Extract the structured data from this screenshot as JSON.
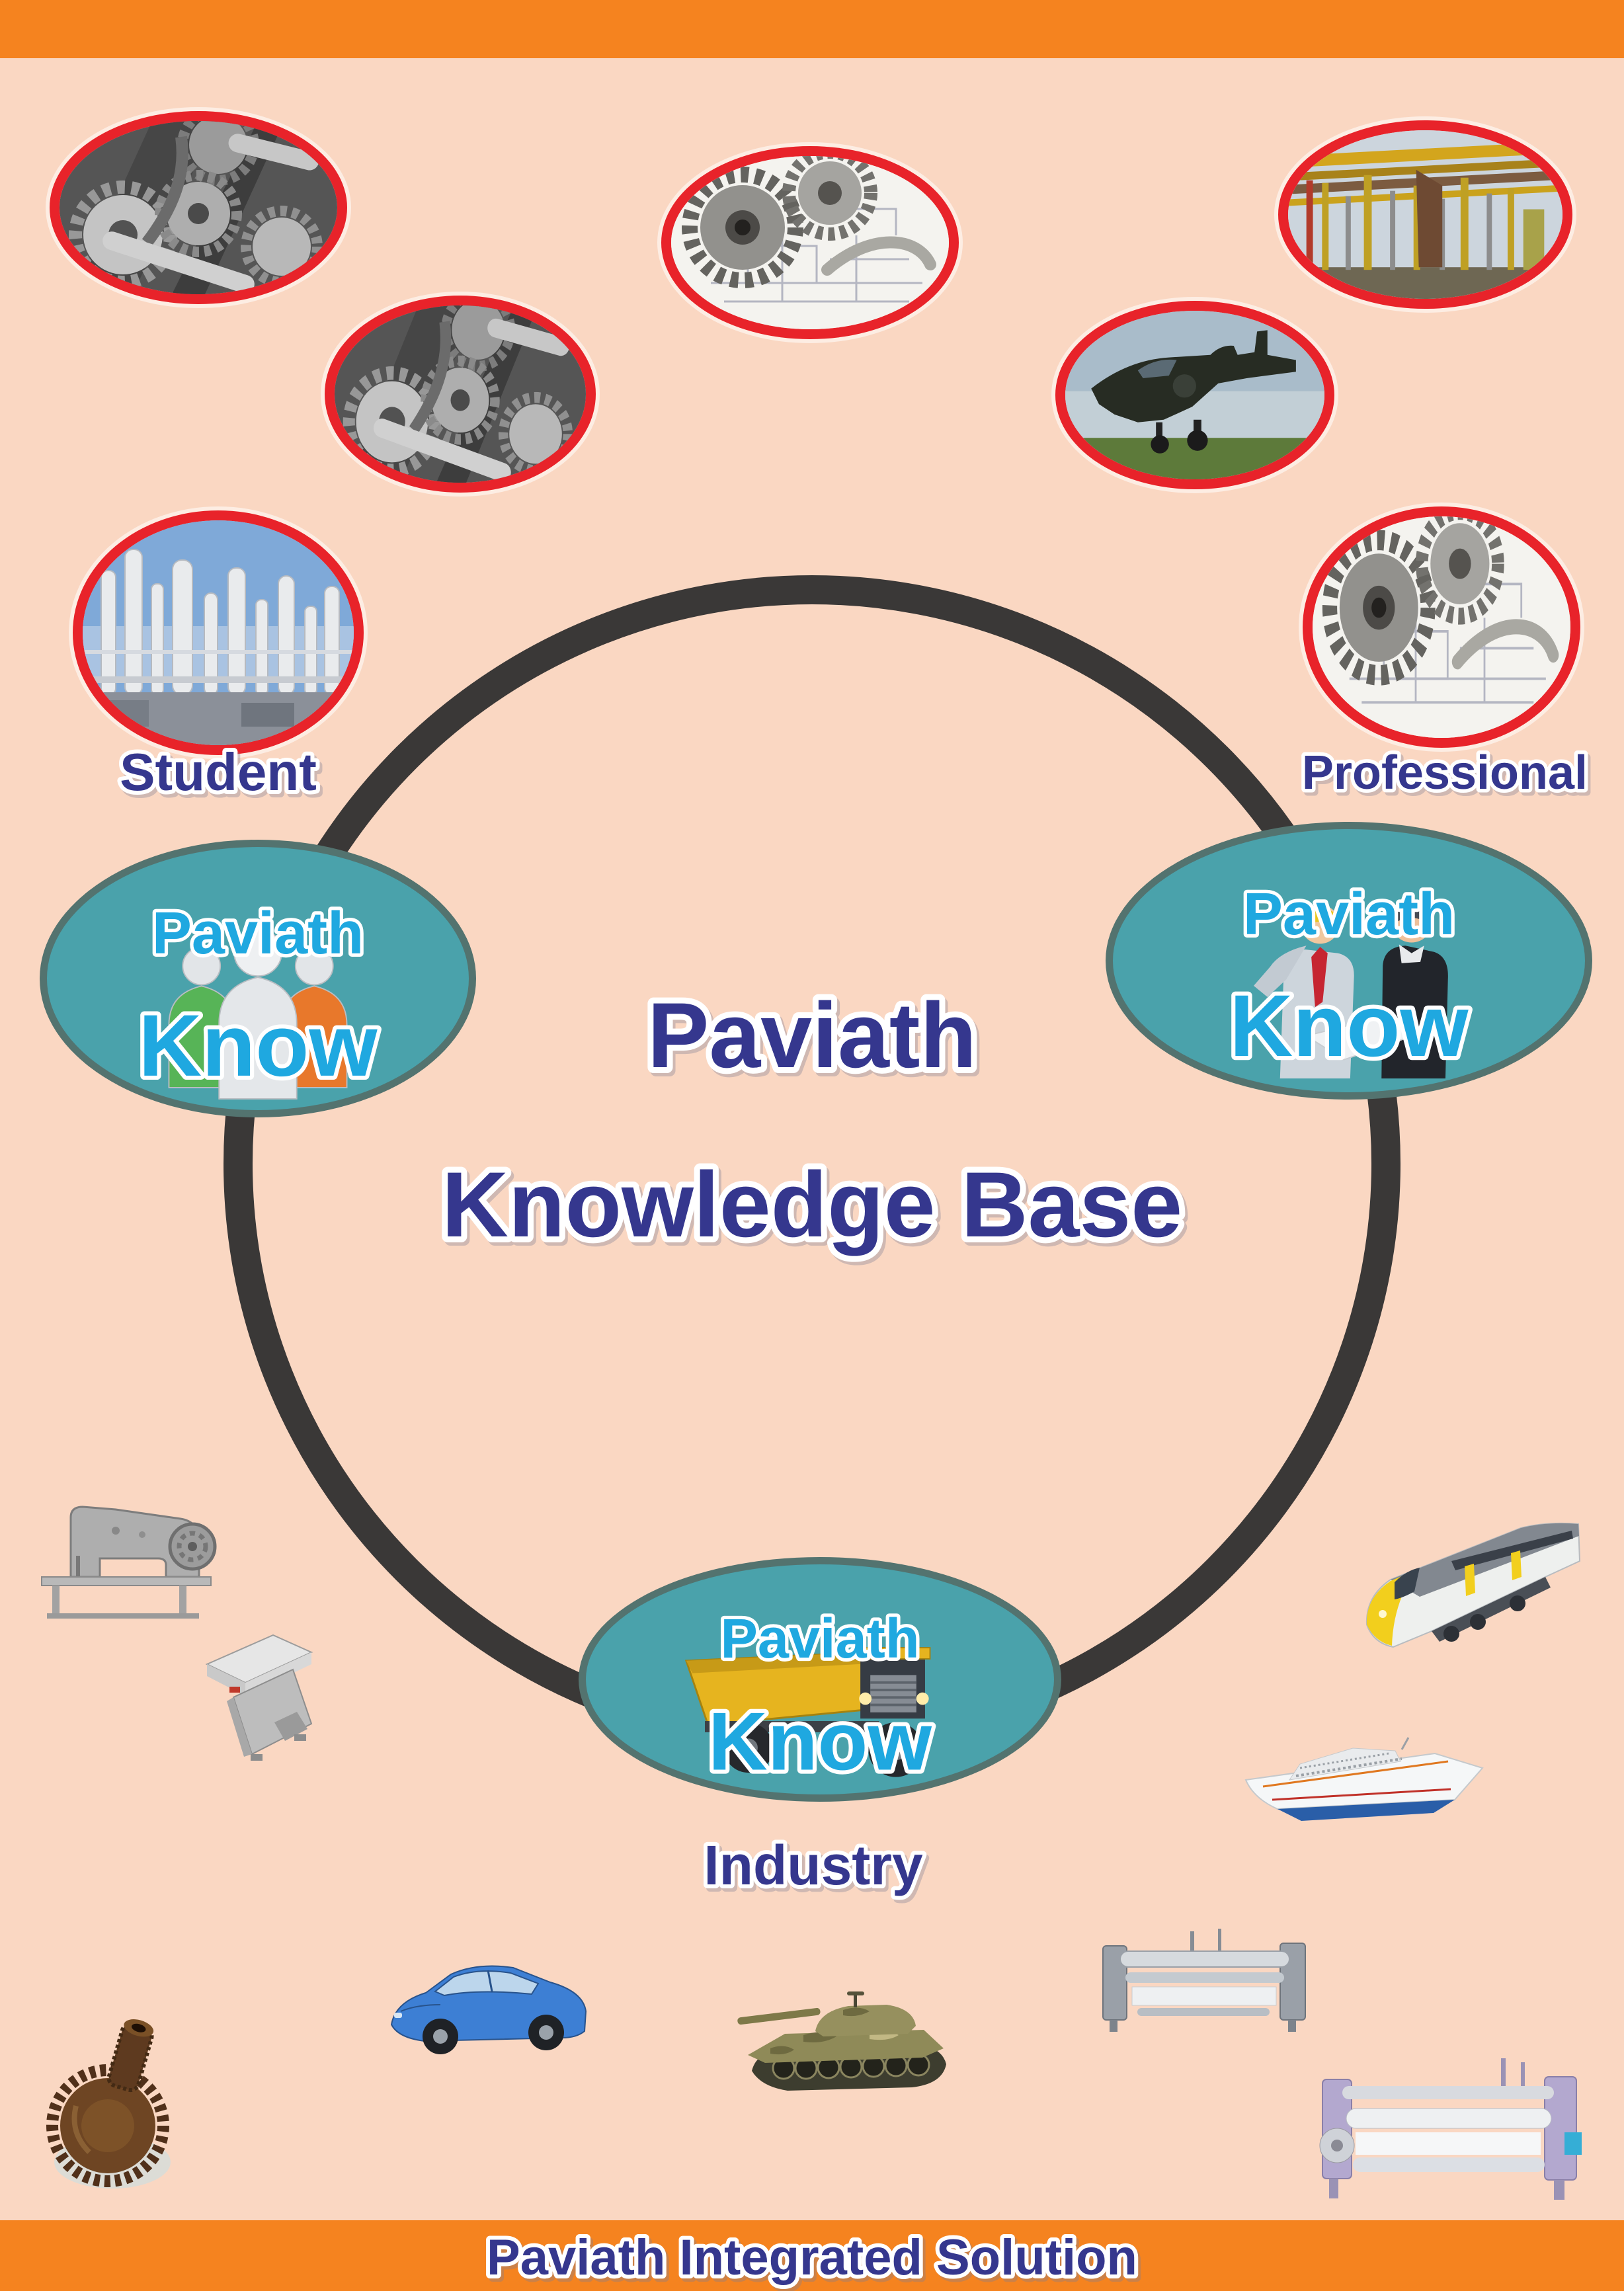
{
  "title": {
    "line1": "Paviath",
    "line2": "Knowledge Base"
  },
  "footer": {
    "text": "Paviath Integrated Solution"
  },
  "nodes": {
    "student": {
      "label": "Student",
      "line1": "Paviath",
      "line2": "Know"
    },
    "professional": {
      "label": "Professional",
      "line1": "Paviath",
      "line2": "Know"
    },
    "industry": {
      "label": "Industry",
      "line1": "Paviath",
      "line2": "Know"
    }
  },
  "colors": {
    "background": "#fad7c2",
    "band_orange": "#f5831f",
    "navy_text": "#35378e",
    "cyan_text": "#1fa8e0",
    "teal_fill": "#4aa2ab",
    "teal_border": "#53736f",
    "photo_border": "#e8232a",
    "ring": "#3a3837"
  },
  "decor": {
    "photo_ellipses": [
      "gear-train-photo",
      "gear-train-photo",
      "gears-blueprint-photo",
      "oil-plant-photo",
      "fighter-jet-photo",
      "chemical-plant-photo",
      "gears-blueprint-photo"
    ],
    "product_images": [
      "sewing-machine",
      "vibratory-feeder",
      "bullet-train",
      "cruise-ship",
      "car",
      "tank",
      "rapier-loom",
      "water-jet-loom",
      "bevel-gear"
    ],
    "node_images": [
      "students-figures",
      "professionals-figures",
      "dump-truck"
    ]
  }
}
